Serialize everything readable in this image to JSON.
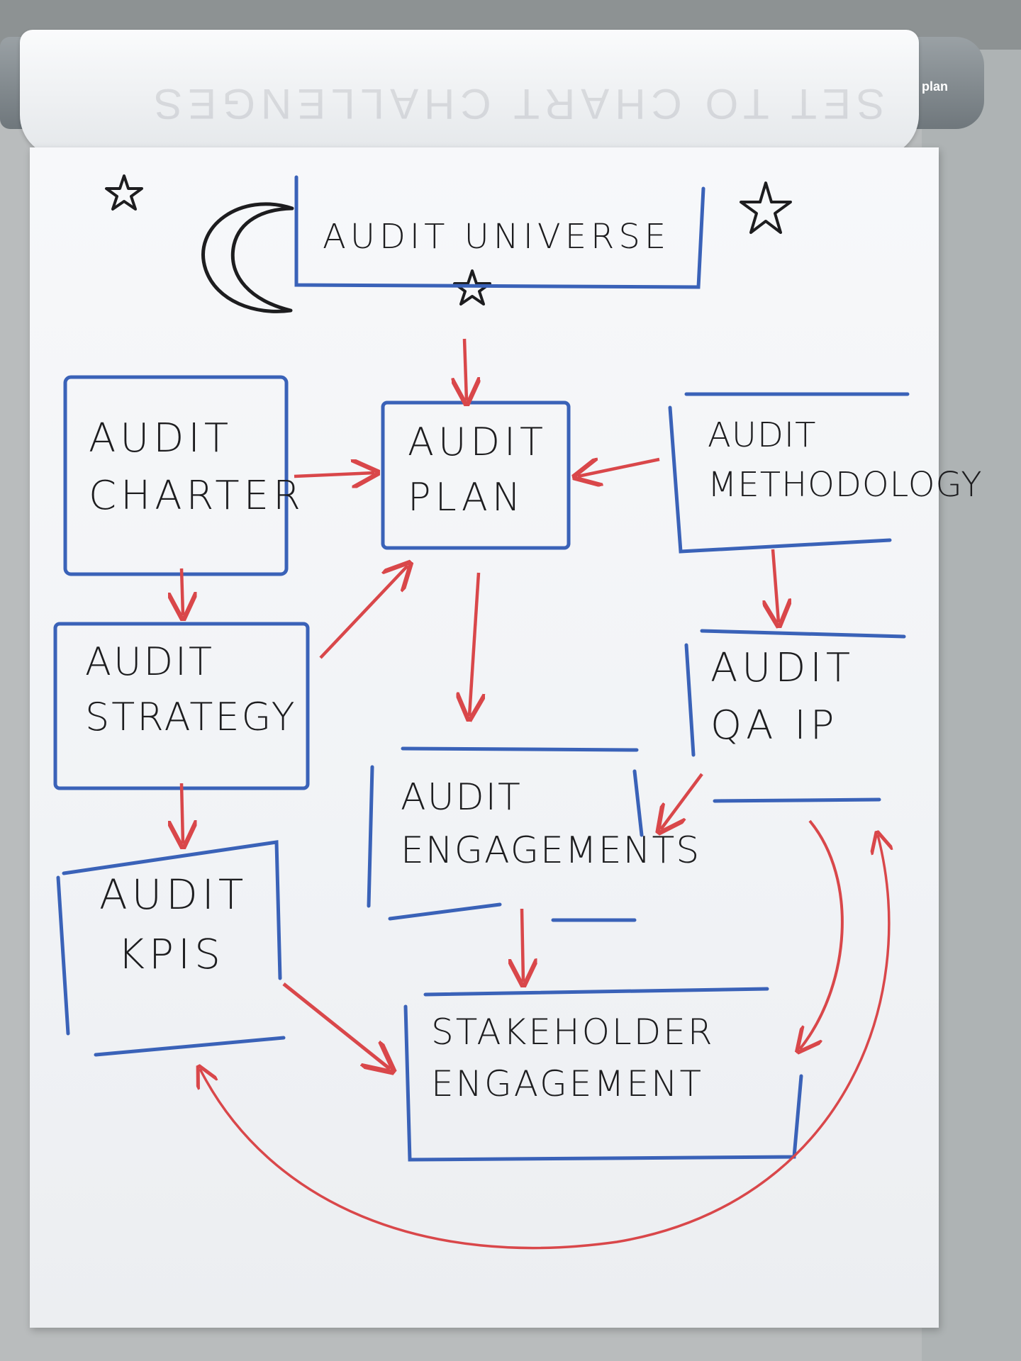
{
  "header_text": "SET TO CHART CHALLENGES",
  "brand": "plan",
  "colors": {
    "box_border": "#3a62b8",
    "arrow": "#d9474a",
    "ink": "#1d1d1f"
  },
  "nodes": {
    "universe": {
      "label": "AUDIT UNIVERSE"
    },
    "charter": {
      "line1": "AUDIT",
      "line2": "CHARTER"
    },
    "plan": {
      "line1": "AUDIT",
      "line2": "PLAN"
    },
    "methodology": {
      "line1": "AUDIT",
      "line2": "METHODOLOGY"
    },
    "strategy": {
      "line1": "AUDIT",
      "line2": "STRATEGY"
    },
    "qaip": {
      "line1": "AUDIT",
      "line2": "QA IP"
    },
    "engagements": {
      "line1": "AUDIT",
      "line2": "ENGAGEMENTS"
    },
    "kpis": {
      "line1": "AUDIT",
      "line2": "KPIS"
    },
    "stakeholder": {
      "line1": "STAKEHOLDER",
      "line2": "ENGAGEMENT"
    }
  },
  "edges": [
    [
      "universe",
      "plan"
    ],
    [
      "charter",
      "plan"
    ],
    [
      "methodology",
      "plan"
    ],
    [
      "charter",
      "strategy"
    ],
    [
      "strategy",
      "plan"
    ],
    [
      "methodology",
      "qaip"
    ],
    [
      "plan",
      "engagements"
    ],
    [
      "qaip",
      "engagements"
    ],
    [
      "strategy",
      "kpis"
    ],
    [
      "engagements",
      "stakeholder"
    ],
    [
      "kpis",
      "stakeholder"
    ],
    [
      "qaip",
      "stakeholder"
    ],
    [
      "stakeholder",
      "kpis"
    ]
  ],
  "decorations": [
    "star-icon",
    "star-icon",
    "star-icon",
    "crescent-moon-icon"
  ]
}
